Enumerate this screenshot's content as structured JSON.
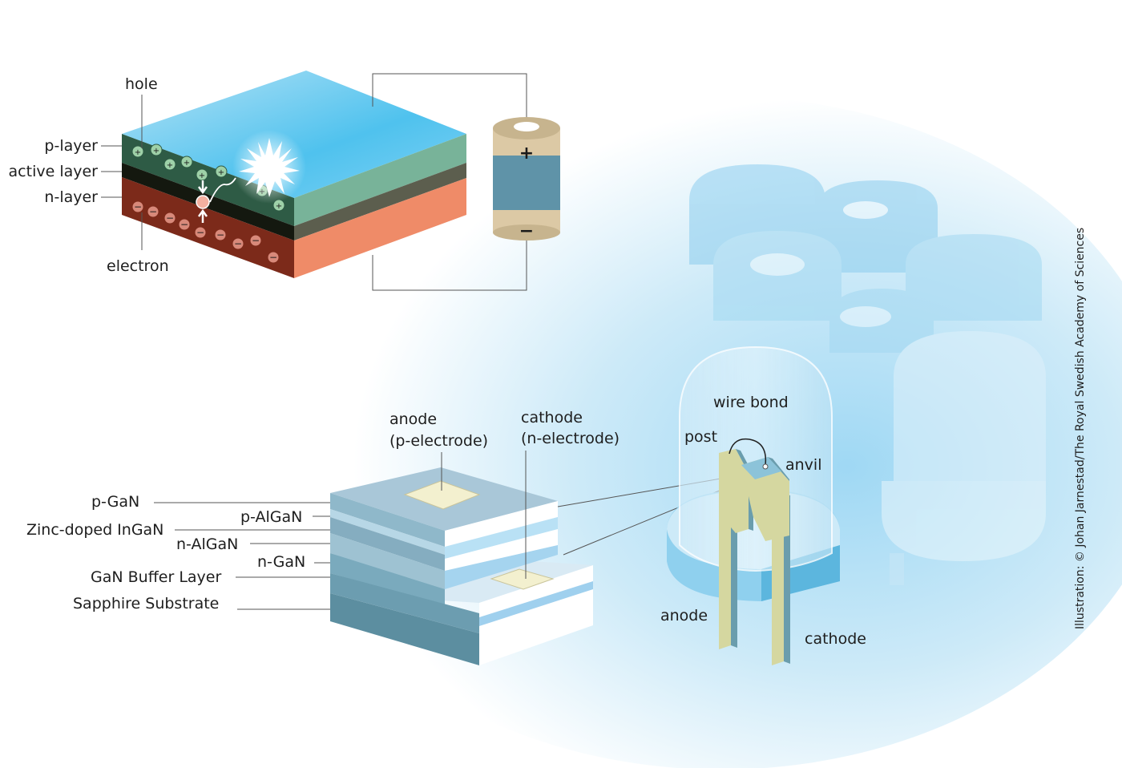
{
  "pn_junction": {
    "labels": {
      "hole": "hole",
      "p_layer": "p-layer",
      "active_layer": "active layer",
      "n_layer": "n-layer",
      "electron": "electron"
    },
    "battery": {
      "plus": "+",
      "minus": "−"
    },
    "colors": {
      "p_layer": "#4f8a6f",
      "active_layer": "#1a1f1a",
      "n_layer": "#a8442e",
      "top": "#8fd2f2"
    }
  },
  "chip": {
    "labels": {
      "anode": "anode",
      "anode_sub": "(p-electrode)",
      "cathode": "cathode",
      "cathode_sub": "(n-electrode)",
      "p_gan": "p-GaN",
      "p_algan": "p-AlGaN",
      "zinc_ingan": "Zinc-doped InGaN",
      "n_algan": "n-AlGaN",
      "n_gan": "n-GaN",
      "buffer": "GaN Buffer Layer",
      "substrate": "Sapphire Substrate"
    }
  },
  "led": {
    "labels": {
      "wire_bond": "wire bond",
      "post": "post",
      "anvil": "anvil",
      "anode": "anode",
      "cathode": "cathode"
    }
  },
  "credit": "Illustration: © Johan Jarnestad/The Royal Swedish Academy of Sciences"
}
